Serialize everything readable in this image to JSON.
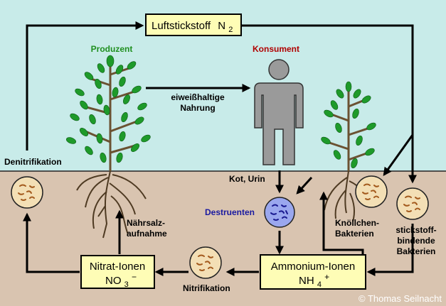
{
  "colors": {
    "sky": "#c8ebe9",
    "soil": "#d9c4b0",
    "box_fill": "#fefdb6",
    "arrow": "#000000",
    "producer_label": "#1f8f1f",
    "consumer_label": "#b00000",
    "destruent_label": "#1a1aa0",
    "bacteria_fill": "#f3dfb5",
    "bacteria_marks": "#a35a1d",
    "destruent_fill": "#9aa7ee",
    "destruent_marks": "#1a1a90",
    "leaf": "#1e9a2a",
    "stem": "#6b5232",
    "root": "#4e3a22",
    "person_fill": "#9a9a9a"
  },
  "boxes": {
    "nitrogen_air": {
      "label": "Luftstickstoff",
      "formula": "N",
      "subscript": "2"
    },
    "nitrate": {
      "line1": "Nitrat-Ionen",
      "formula": "NO",
      "subscript": "3",
      "superscript": "−"
    },
    "ammonium": {
      "line1": "Ammonium-Ionen",
      "formula": "NH",
      "subscript": "4",
      "superscript": "+"
    }
  },
  "labels": {
    "producer": "Produzent",
    "consumer": "Konsument",
    "destruent": "Destruenten",
    "protein_food_1": "eiweißhaltige",
    "protein_food_2": "Nahrung",
    "denitrification": "Denitrifikation",
    "excrement": "Kot, Urin",
    "nutrient_uptake_1": "Nährsalz-",
    "nutrient_uptake_2": "aufnahme",
    "nitrification": "Nitrifikation",
    "nodule_bacteria_1": "Knöllchen-",
    "nodule_bacteria_2": "Bakterien",
    "nfix_bacteria_1": "stickstoff-",
    "nfix_bacteria_2": "bindende",
    "nfix_bacteria_3": "Bakterien",
    "copyright": "© Thomas Seilnacht"
  }
}
